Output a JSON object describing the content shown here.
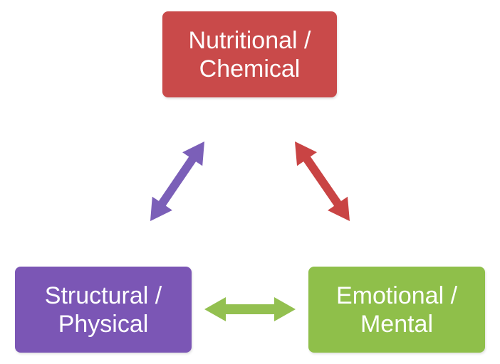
{
  "nodes": {
    "top": {
      "line1": "Nutritional /",
      "line2": "Chemical",
      "color": "#c94a4a"
    },
    "left": {
      "line1": "Structural /",
      "line2": "Physical",
      "color": "#7b56b5"
    },
    "right": {
      "line1": "Emotional /",
      "line2": "Mental",
      "color": "#8fbf4a"
    }
  },
  "arrows": {
    "left_top": {
      "color": "#7b5fb8",
      "label": "double-headed"
    },
    "top_right": {
      "color": "#c94444",
      "label": "double-headed"
    },
    "left_right": {
      "color": "#93c050",
      "label": "double-headed"
    }
  }
}
